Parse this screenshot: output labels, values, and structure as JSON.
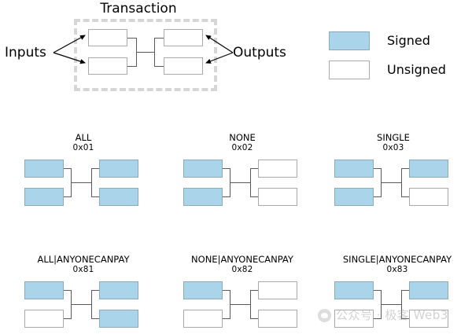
{
  "figure": {
    "title": "Bitcoin SIGHASH flags diagram",
    "colors": {
      "signed_fill": "#aad4ea",
      "unsigned_fill": "#ffffff",
      "box_border": "#9a9a9a",
      "connector": "#5a5a5a",
      "frame_dashed": "#d6d6d6"
    }
  },
  "top_diagram": {
    "title": "Transaction",
    "inputs_label": "Inputs",
    "outputs_label": "Outputs",
    "inputs": [
      {
        "state": "unsigned"
      },
      {
        "state": "unsigned"
      }
    ],
    "outputs": [
      {
        "state": "unsigned"
      },
      {
        "state": "unsigned"
      }
    ]
  },
  "legend": {
    "items": [
      {
        "swatch": "signed",
        "label": "Signed"
      },
      {
        "swatch": "unsigned",
        "label": "Unsigned"
      }
    ]
  },
  "panels": [
    {
      "name": "ALL",
      "code": "0x01",
      "inputs": [
        {
          "state": "signed"
        },
        {
          "state": "signed"
        }
      ],
      "outputs": [
        {
          "state": "signed"
        },
        {
          "state": "signed"
        }
      ]
    },
    {
      "name": "NONE",
      "code": "0x02",
      "inputs": [
        {
          "state": "signed"
        },
        {
          "state": "signed"
        }
      ],
      "outputs": [
        {
          "state": "unsigned"
        },
        {
          "state": "unsigned"
        }
      ]
    },
    {
      "name": "SINGLE",
      "code": "0x03",
      "inputs": [
        {
          "state": "signed"
        },
        {
          "state": "signed"
        }
      ],
      "outputs": [
        {
          "state": "signed"
        },
        {
          "state": "unsigned"
        }
      ]
    },
    {
      "name": "ALL|ANYONECANPAY",
      "code": "0x81",
      "inputs": [
        {
          "state": "signed"
        },
        {
          "state": "unsigned"
        }
      ],
      "outputs": [
        {
          "state": "signed"
        },
        {
          "state": "signed"
        }
      ]
    },
    {
      "name": "NONE|ANYONECANPAY",
      "code": "0x82",
      "inputs": [
        {
          "state": "signed"
        },
        {
          "state": "unsigned"
        }
      ],
      "outputs": [
        {
          "state": "unsigned"
        },
        {
          "state": "unsigned"
        }
      ]
    },
    {
      "name": "SINGLE|ANYONECANPAY",
      "code": "0x83",
      "inputs": [
        {
          "state": "signed"
        },
        {
          "state": "unsigned"
        }
      ],
      "outputs": [
        {
          "state": "signed"
        },
        {
          "state": "unsigned"
        }
      ]
    }
  ],
  "watermark": {
    "text": "公众号 · 极客 Web3",
    "icon": "wechat-icon"
  }
}
